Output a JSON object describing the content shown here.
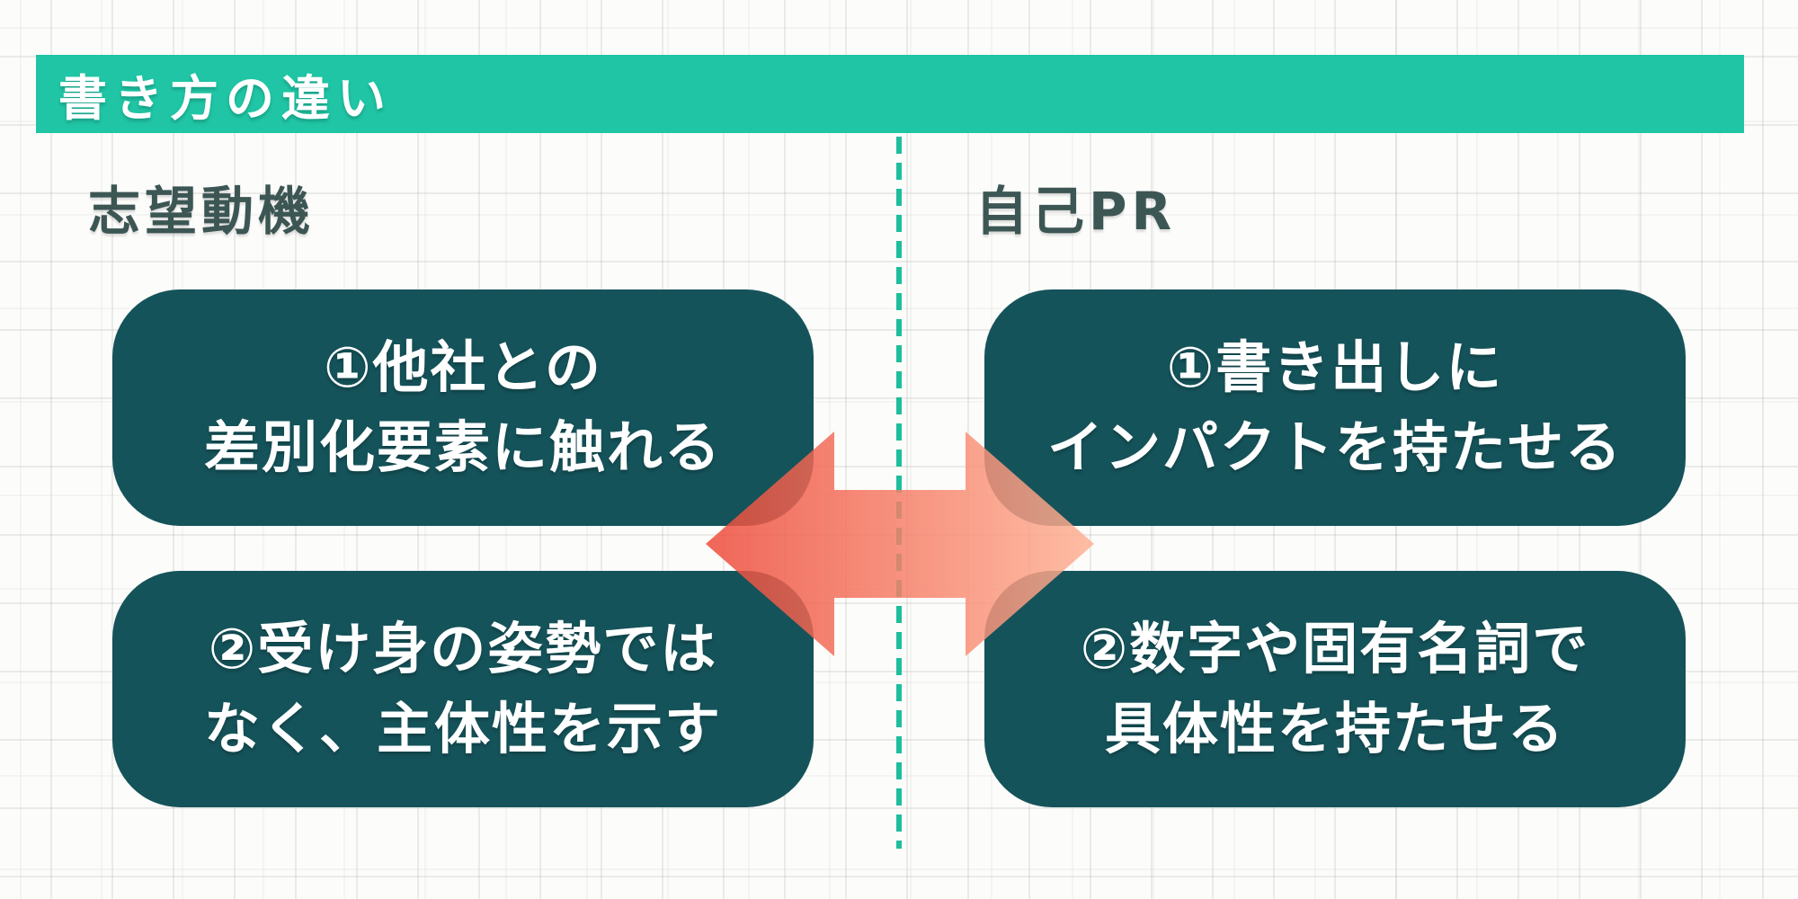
{
  "banner": {
    "title": "書き方の違い"
  },
  "columns": [
    {
      "heading": "志望動機",
      "boxes": [
        {
          "lines": [
            "①他社との",
            "差別化要素に触れる"
          ]
        },
        {
          "lines": [
            "②受け身の姿勢では",
            "なく、主体性を示す"
          ]
        }
      ]
    },
    {
      "heading": "自己PR",
      "boxes": [
        {
          "lines": [
            "①書き出しに",
            "インパクトを持たせる"
          ]
        },
        {
          "lines": [
            "②数字や固有名詞で",
            "具体性を持たせる"
          ]
        }
      ]
    }
  ],
  "divider": {
    "type": "dashed-vertical",
    "color": "#1FBD9C"
  },
  "arrow": {
    "type": "double-headed-horizontal",
    "gradient_left": "#EE4A3A",
    "gradient_right": "#FFB295"
  },
  "colors": {
    "banner_bg": "#1FC5A4",
    "box_bg": "#15535A",
    "heading_text": "#3C5654",
    "box_text": "#FFFFFF",
    "background": "#FCFCFA"
  }
}
